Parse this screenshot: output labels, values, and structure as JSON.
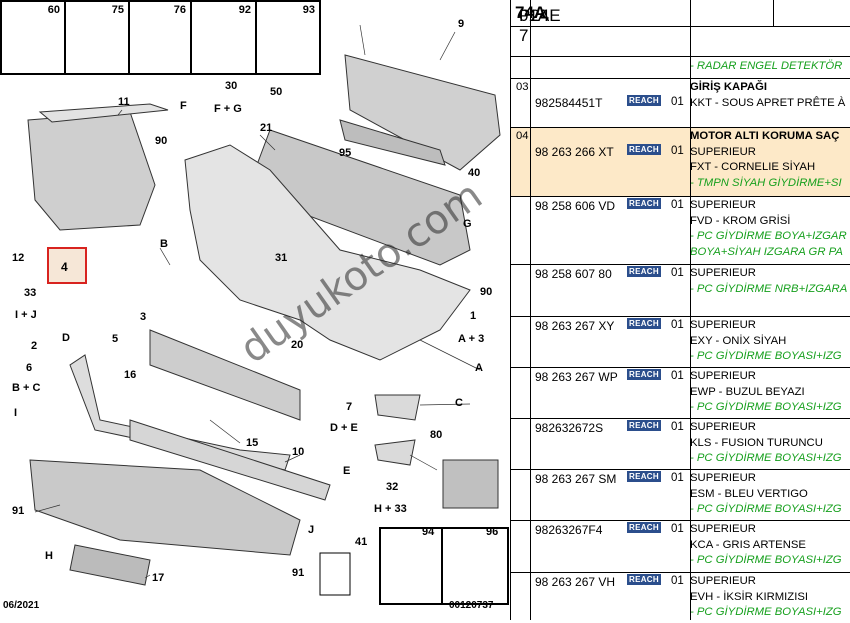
{
  "header": {
    "title": "P24E 7 74A 01A",
    "title_parts": [
      "P24E 7 ",
      "74A",
      " 01A"
    ]
  },
  "diagram": {
    "hardware_boxes": [
      "60",
      "75",
      "76",
      "92",
      "93"
    ],
    "callouts": [
      "11",
      "9",
      "F",
      "30",
      "F + G",
      "50",
      "90",
      "21",
      "95",
      "40",
      "12",
      "B",
      "G",
      "33",
      "I + J",
      "31",
      "90",
      "D",
      "3",
      "1",
      "A + 3",
      "5",
      "20",
      "A",
      "2",
      "6",
      "B + C",
      "16",
      "C",
      "7",
      "D + E",
      "15",
      "I",
      "80",
      "10",
      "E",
      "32",
      "H + 33",
      "91",
      "J",
      "94",
      "96",
      "H",
      "41",
      "17",
      "91"
    ],
    "highlighted": "4",
    "footer_date": "06/2021",
    "footer_code": "00120737"
  },
  "watermark": "duyukoto.com",
  "rows": [
    {
      "idx": "",
      "pn": "",
      "badge": false,
      "qty": "",
      "lines": [
        {
          "t": "- RADAR ENGEL DETEKTÖR",
          "c": "green"
        }
      ]
    },
    {
      "idx": "03",
      "pn": "982584451T",
      "badge": true,
      "qty": "01",
      "lines": [
        {
          "t": "GİRİŞ KAPAĞI",
          "c": "bold"
        },
        {
          "t": "KKT - SOUS APRET PRÊTE À",
          "c": ""
        }
      ]
    },
    {
      "idx": "04",
      "pn": "98 263 266 XT",
      "badge": true,
      "qty": "01",
      "sel": true,
      "lines": [
        {
          "t": "MOTOR ALTI KORUMA SAÇ",
          "c": "bold"
        },
        {
          "t": "SUPERIEUR",
          "c": ""
        },
        {
          "t": "FXT - CORNELIE SİYAH",
          "c": ""
        },
        {
          "t": "- TMPN SİYAH GİYDİRME+SI",
          "c": "green"
        }
      ]
    },
    {
      "idx": "",
      "pn": "98 258 606 VD",
      "badge": true,
      "qty": "01",
      "lines": [
        {
          "t": "SUPERIEUR",
          "c": ""
        },
        {
          "t": "FVD - KROM GRİSİ",
          "c": ""
        },
        {
          "t": "- PC GİYDİRME BOYA+IZGAR",
          "c": "green"
        },
        {
          "t": "BOYA+SİYAH IZGARA GR PA",
          "c": "green"
        }
      ]
    },
    {
      "idx": "",
      "pn": "98 258 607 80",
      "badge": true,
      "qty": "01",
      "lines": [
        {
          "t": "SUPERIEUR",
          "c": ""
        },
        {
          "t": "- PC GİYDİRME NRB+IZGARA",
          "c": "green"
        }
      ]
    },
    {
      "idx": "",
      "pn": "98 263 267 XY",
      "badge": true,
      "qty": "01",
      "lines": [
        {
          "t": "SUPERIEUR",
          "c": ""
        },
        {
          "t": "EXY - ONİX SİYAH",
          "c": ""
        },
        {
          "t": "- PC GİYDİRME BOYASI+IZG",
          "c": "green"
        }
      ]
    },
    {
      "idx": "",
      "pn": "98 263 267 WP",
      "badge": true,
      "qty": "01",
      "lines": [
        {
          "t": "SUPERIEUR",
          "c": ""
        },
        {
          "t": "EWP - BUZUL BEYAZI",
          "c": ""
        },
        {
          "t": "- PC GİYDİRME BOYASI+IZG",
          "c": "green"
        }
      ]
    },
    {
      "idx": "",
      "pn": "982632672S",
      "badge": true,
      "qty": "01",
      "lines": [
        {
          "t": "SUPERIEUR",
          "c": ""
        },
        {
          "t": "KLS - FUSION TURUNCU",
          "c": ""
        },
        {
          "t": "- PC GİYDİRME BOYASI+IZG",
          "c": "green"
        }
      ]
    },
    {
      "idx": "",
      "pn": "98 263 267 SM",
      "badge": true,
      "qty": "01",
      "lines": [
        {
          "t": "SUPERIEUR",
          "c": ""
        },
        {
          "t": "ESM - BLEU VERTIGO",
          "c": ""
        },
        {
          "t": "- PC GİYDİRME BOYASI+IZG",
          "c": "green"
        }
      ]
    },
    {
      "idx": "",
      "pn": "98263267F4",
      "badge": true,
      "qty": "01",
      "lines": [
        {
          "t": "SUPERIEUR",
          "c": ""
        },
        {
          "t": "KCA - GRIS ARTENSE",
          "c": ""
        },
        {
          "t": "- PC GİYDİRME BOYASI+IZG",
          "c": "green"
        }
      ]
    },
    {
      "idx": "",
      "pn": "98 263 267 VH",
      "badge": true,
      "qty": "01",
      "lines": [
        {
          "t": "SUPERIEUR",
          "c": ""
        },
        {
          "t": "EVH - İKSİR KIRMIZISI",
          "c": ""
        },
        {
          "t": "- PC GİYDİRME BOYASI+IZG",
          "c": "green"
        }
      ]
    }
  ],
  "badge_label": "REACH",
  "colors": {
    "green": "#17a01e",
    "selected": "#fde9c8",
    "badge": "#2b4e8c",
    "highlight_border": "#d8231f"
  }
}
